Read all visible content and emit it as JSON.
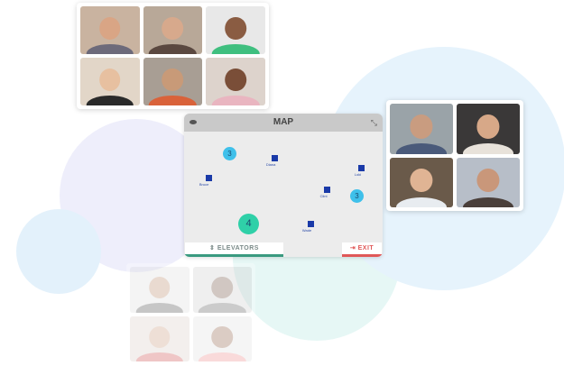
{
  "map": {
    "title": "MAP",
    "eye_icon": "eye-icon",
    "collapse_icon": "collapse-icon",
    "people": [
      {
        "name": "Bruce"
      },
      {
        "name": "Diana"
      },
      {
        "name": "Loki"
      },
      {
        "name": "Clint"
      },
      {
        "name": "Wade"
      }
    ],
    "groups": [
      {
        "count": "3"
      },
      {
        "count": "3"
      },
      {
        "count": "4"
      }
    ],
    "elevators_label": "ELEVATORS",
    "exit_label": "EXIT"
  },
  "colors": {
    "accent_green": "#3a9a80",
    "exit_red": "#e05858",
    "bubble_blue": "#3fc0ea",
    "bubble_green": "#2fd0a8"
  }
}
